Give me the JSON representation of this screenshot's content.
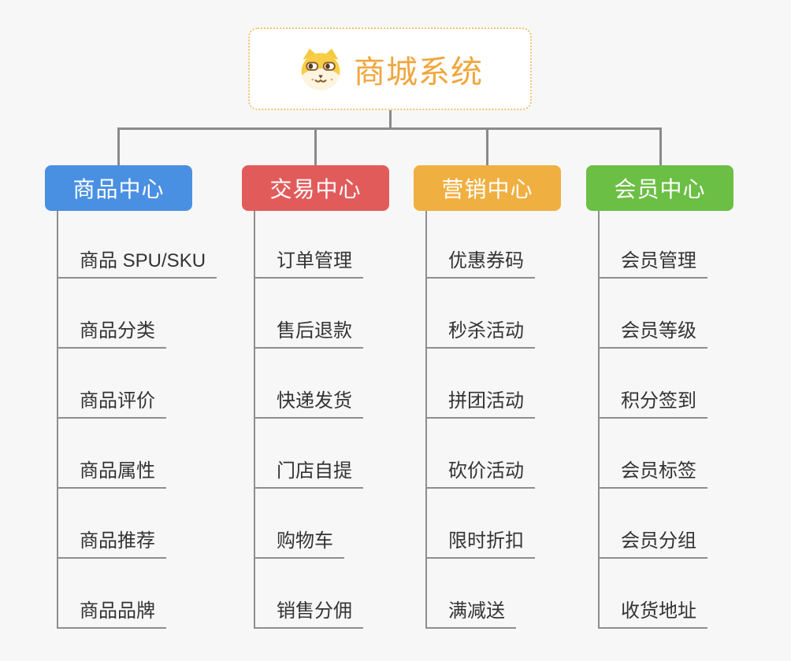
{
  "root": {
    "title": "商城系统",
    "icon": "dog-face-icon"
  },
  "branches": [
    {
      "label": "商品中心",
      "color": "#4A90E2",
      "children": [
        "商品 SPU/SKU",
        "商品分类",
        "商品评价",
        "商品属性",
        "商品推荐",
        "商品品牌"
      ]
    },
    {
      "label": "交易中心",
      "color": "#E25B5B",
      "children": [
        "订单管理",
        "售后退款",
        "快递发货",
        "门店自提",
        "购物车",
        "销售分佣"
      ]
    },
    {
      "label": "营销中心",
      "color": "#EFB041",
      "children": [
        "优惠券码",
        "秒杀活动",
        "拼团活动",
        "砍价活动",
        "限时折扣",
        "满减送"
      ]
    },
    {
      "label": "会员中心",
      "color": "#6CBF45",
      "children": [
        "会员管理",
        "会员等级",
        "积分签到",
        "会员标签",
        "会员分组",
        "收货地址"
      ]
    }
  ],
  "colors": {
    "background": "#F7F7F7",
    "connector": "#8A8A8A",
    "underline": "#8E8E8E",
    "root_border": "#F2C071",
    "root_title_text": "#F0A63C",
    "child_text": "#333333",
    "branch_text": "#FFFFFF"
  }
}
